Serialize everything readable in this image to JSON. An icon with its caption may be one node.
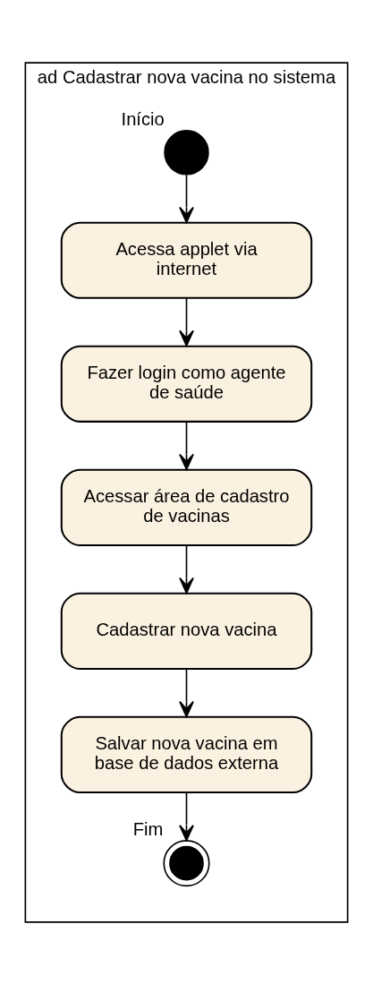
{
  "diagram": {
    "nodes": [
      {
        "text": [
          "ad Cadastrar nova vacina no sistema"
        ]
      },
      {
        "text": [],
        "shape": "circle",
        "in": 0,
        "beside": [
          "Início"
        ]
      },
      {
        "text": [
          "Acessa applet via internet"
        ],
        "in": 0
      },
      {
        "text": [
          "Fazer login como agente de saúde"
        ],
        "in": 0
      },
      {
        "text": [
          "Acessar área de cadastro de vacinas"
        ],
        "in": 0
      },
      {
        "text": [
          "Cadastrar nova vacina"
        ],
        "in": 0
      },
      {
        "text": [
          "Salvar nova vacina em base de dados externa"
        ],
        "in": 0
      },
      {
        "text": [],
        "shape": "circle",
        "in": 0,
        "beside": [
          "Fim"
        ]
      }
    ],
    "edges": [
      {
        "from": 1,
        "to": 2,
        "arrow": "to"
      },
      {
        "from": 2,
        "to": 3,
        "arrow": "to"
      },
      {
        "from": 3,
        "to": 4,
        "arrow": "to"
      },
      {
        "from": 4,
        "to": 5,
        "arrow": "to"
      },
      {
        "from": 5,
        "to": 6,
        "arrow": "to"
      },
      {
        "from": 6,
        "to": 7,
        "arrow": "to"
      }
    ]
  }
}
